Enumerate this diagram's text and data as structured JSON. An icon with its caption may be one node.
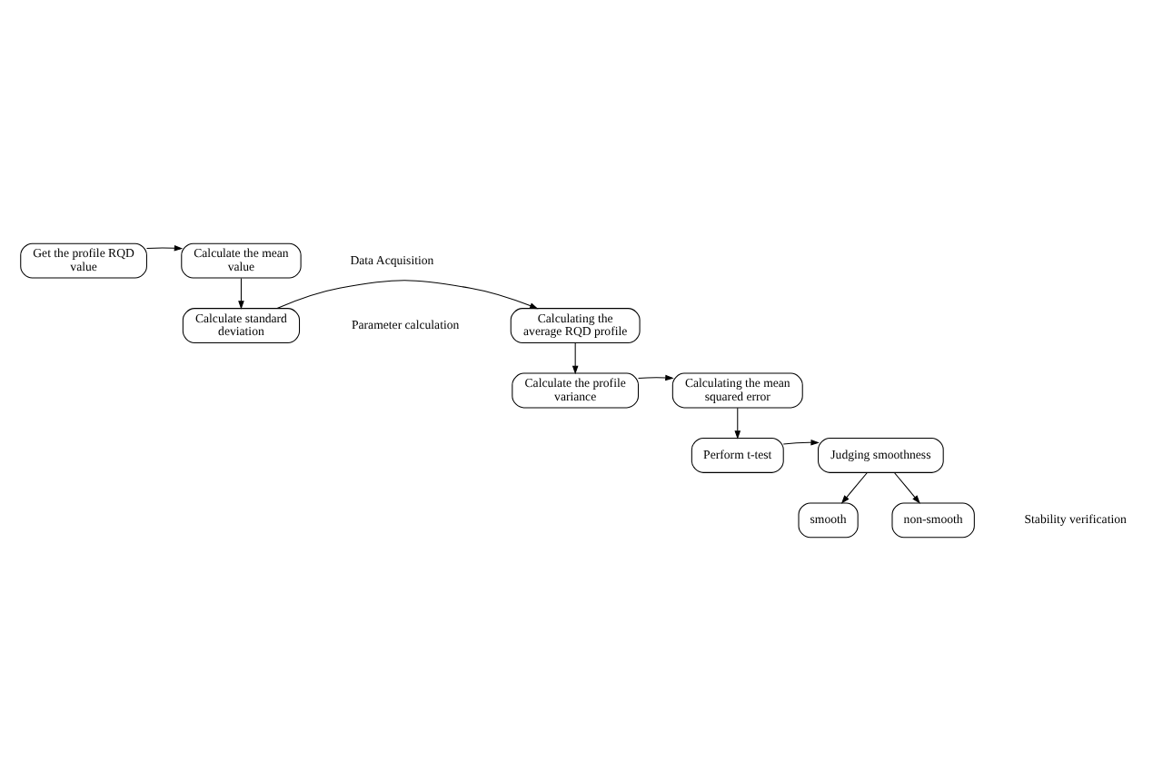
{
  "diagram": {
    "nodes": [
      {
        "text": [
          "Get the profile RQD value"
        ]
      },
      {
        "text": [
          "Calculate the mean value"
        ]
      },
      {
        "text": [
          "Calculate standard deviation"
        ]
      },
      {
        "text": [
          "Calculating the average RQD profile"
        ]
      },
      {
        "text": [
          "Calculate the profile variance"
        ]
      },
      {
        "text": [
          "Calculating the mean squared error"
        ]
      },
      {
        "text": [
          "Perform t-test"
        ]
      },
      {
        "text": [
          "Judging smoothness"
        ]
      },
      {
        "text": [
          "smooth"
        ]
      },
      {
        "text": [
          "non-smooth"
        ]
      }
    ],
    "edges": [
      {
        "from": 0,
        "to": 1,
        "arrow": "to"
      },
      {
        "from": 1,
        "to": 2,
        "arrow": "to"
      },
      {
        "from": 2,
        "to": 3,
        "arrow": "to"
      },
      {
        "from": 3,
        "to": 4,
        "arrow": "to"
      },
      {
        "from": 4,
        "to": 5,
        "arrow": "to"
      },
      {
        "from": 5,
        "to": 6,
        "arrow": "to"
      },
      {
        "from": 6,
        "to": 7,
        "arrow": "to"
      },
      {
        "from": 7,
        "to": 8,
        "arrow": "to"
      },
      {
        "from": 7,
        "to": 9,
        "arrow": "to"
      }
    ],
    "labels": [
      "Data Acquisition",
      "Parameter calculation",
      "Stability verification"
    ]
  }
}
